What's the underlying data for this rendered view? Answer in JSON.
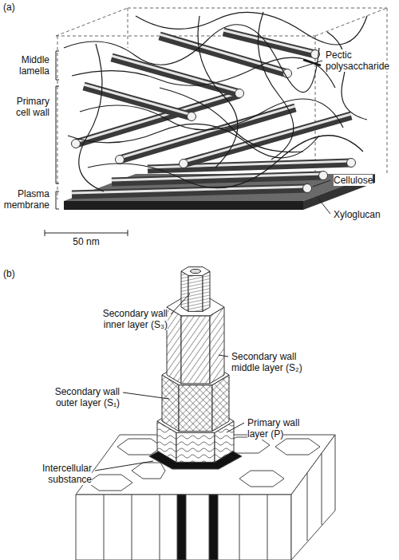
{
  "diagram": {
    "labels": [
      "(a)",
      "Middle lamella",
      "Primary cell wall",
      "Plasma membrane",
      "Pectic polysaccharide",
      "Cellulose",
      "Xyloglucan",
      "50 nm",
      "(b)",
      "Secondary wall inner layer (S₃)",
      "Secondary wall middle layer (S₂)",
      "Secondary wall outer layer (S₁)",
      "Primary wall layer (P)",
      "Intercellular substance"
    ]
  }
}
